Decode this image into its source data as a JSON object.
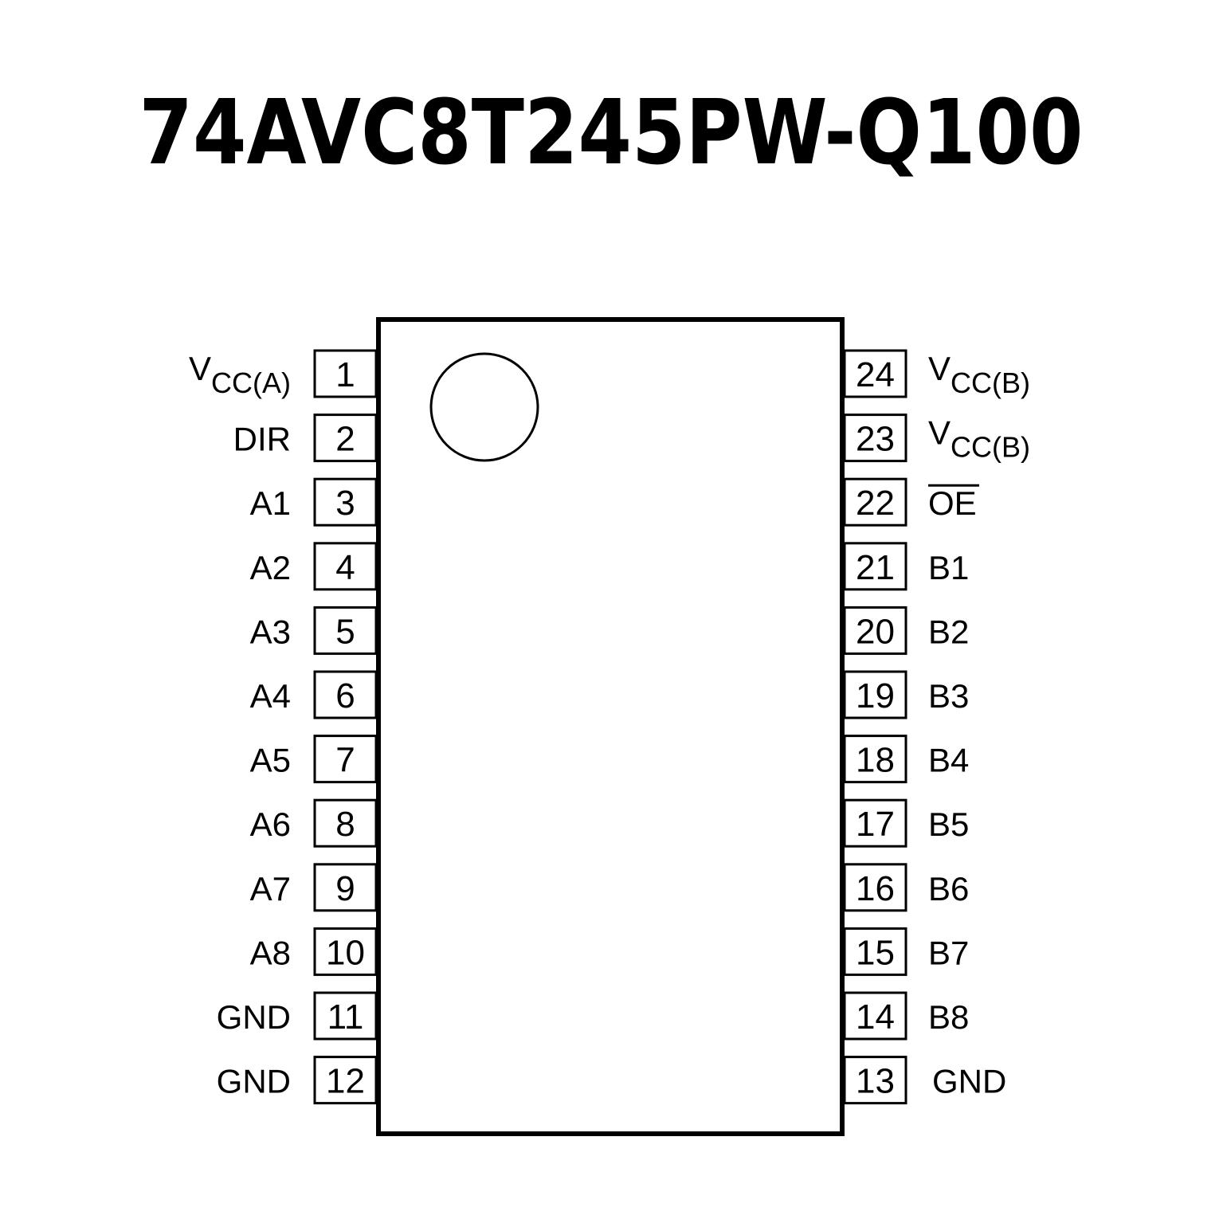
{
  "title": "74AVC8T245PW-Q100",
  "colors": {
    "ink": "#000000",
    "background": "#ffffff"
  },
  "pins_left": [
    {
      "number": "1",
      "label": "V",
      "sub": "CC(A)"
    },
    {
      "number": "2",
      "label": "DIR"
    },
    {
      "number": "3",
      "label": "A1"
    },
    {
      "number": "4",
      "label": "A2"
    },
    {
      "number": "5",
      "label": "A3"
    },
    {
      "number": "6",
      "label": "A4"
    },
    {
      "number": "7",
      "label": "A5"
    },
    {
      "number": "8",
      "label": "A6"
    },
    {
      "number": "9",
      "label": "A7"
    },
    {
      "number": "10",
      "label": "A8"
    },
    {
      "number": "11",
      "label": "GND"
    },
    {
      "number": "12",
      "label": "GND"
    }
  ],
  "pins_right": [
    {
      "number": "24",
      "label": "V",
      "sub": "CC(B)"
    },
    {
      "number": "23",
      "label": "V",
      "sub": "CC(B)"
    },
    {
      "number": "22",
      "label": "OE",
      "overline": true
    },
    {
      "number": "21",
      "label": "B1"
    },
    {
      "number": "20",
      "label": "B2"
    },
    {
      "number": "19",
      "label": "B3"
    },
    {
      "number": "18",
      "label": "B4"
    },
    {
      "number": "17",
      "label": "B5"
    },
    {
      "number": "16",
      "label": "B6"
    },
    {
      "number": "15",
      "label": "B7"
    },
    {
      "number": "14",
      "label": "B8"
    },
    {
      "number": "13",
      "label": "GND"
    }
  ]
}
